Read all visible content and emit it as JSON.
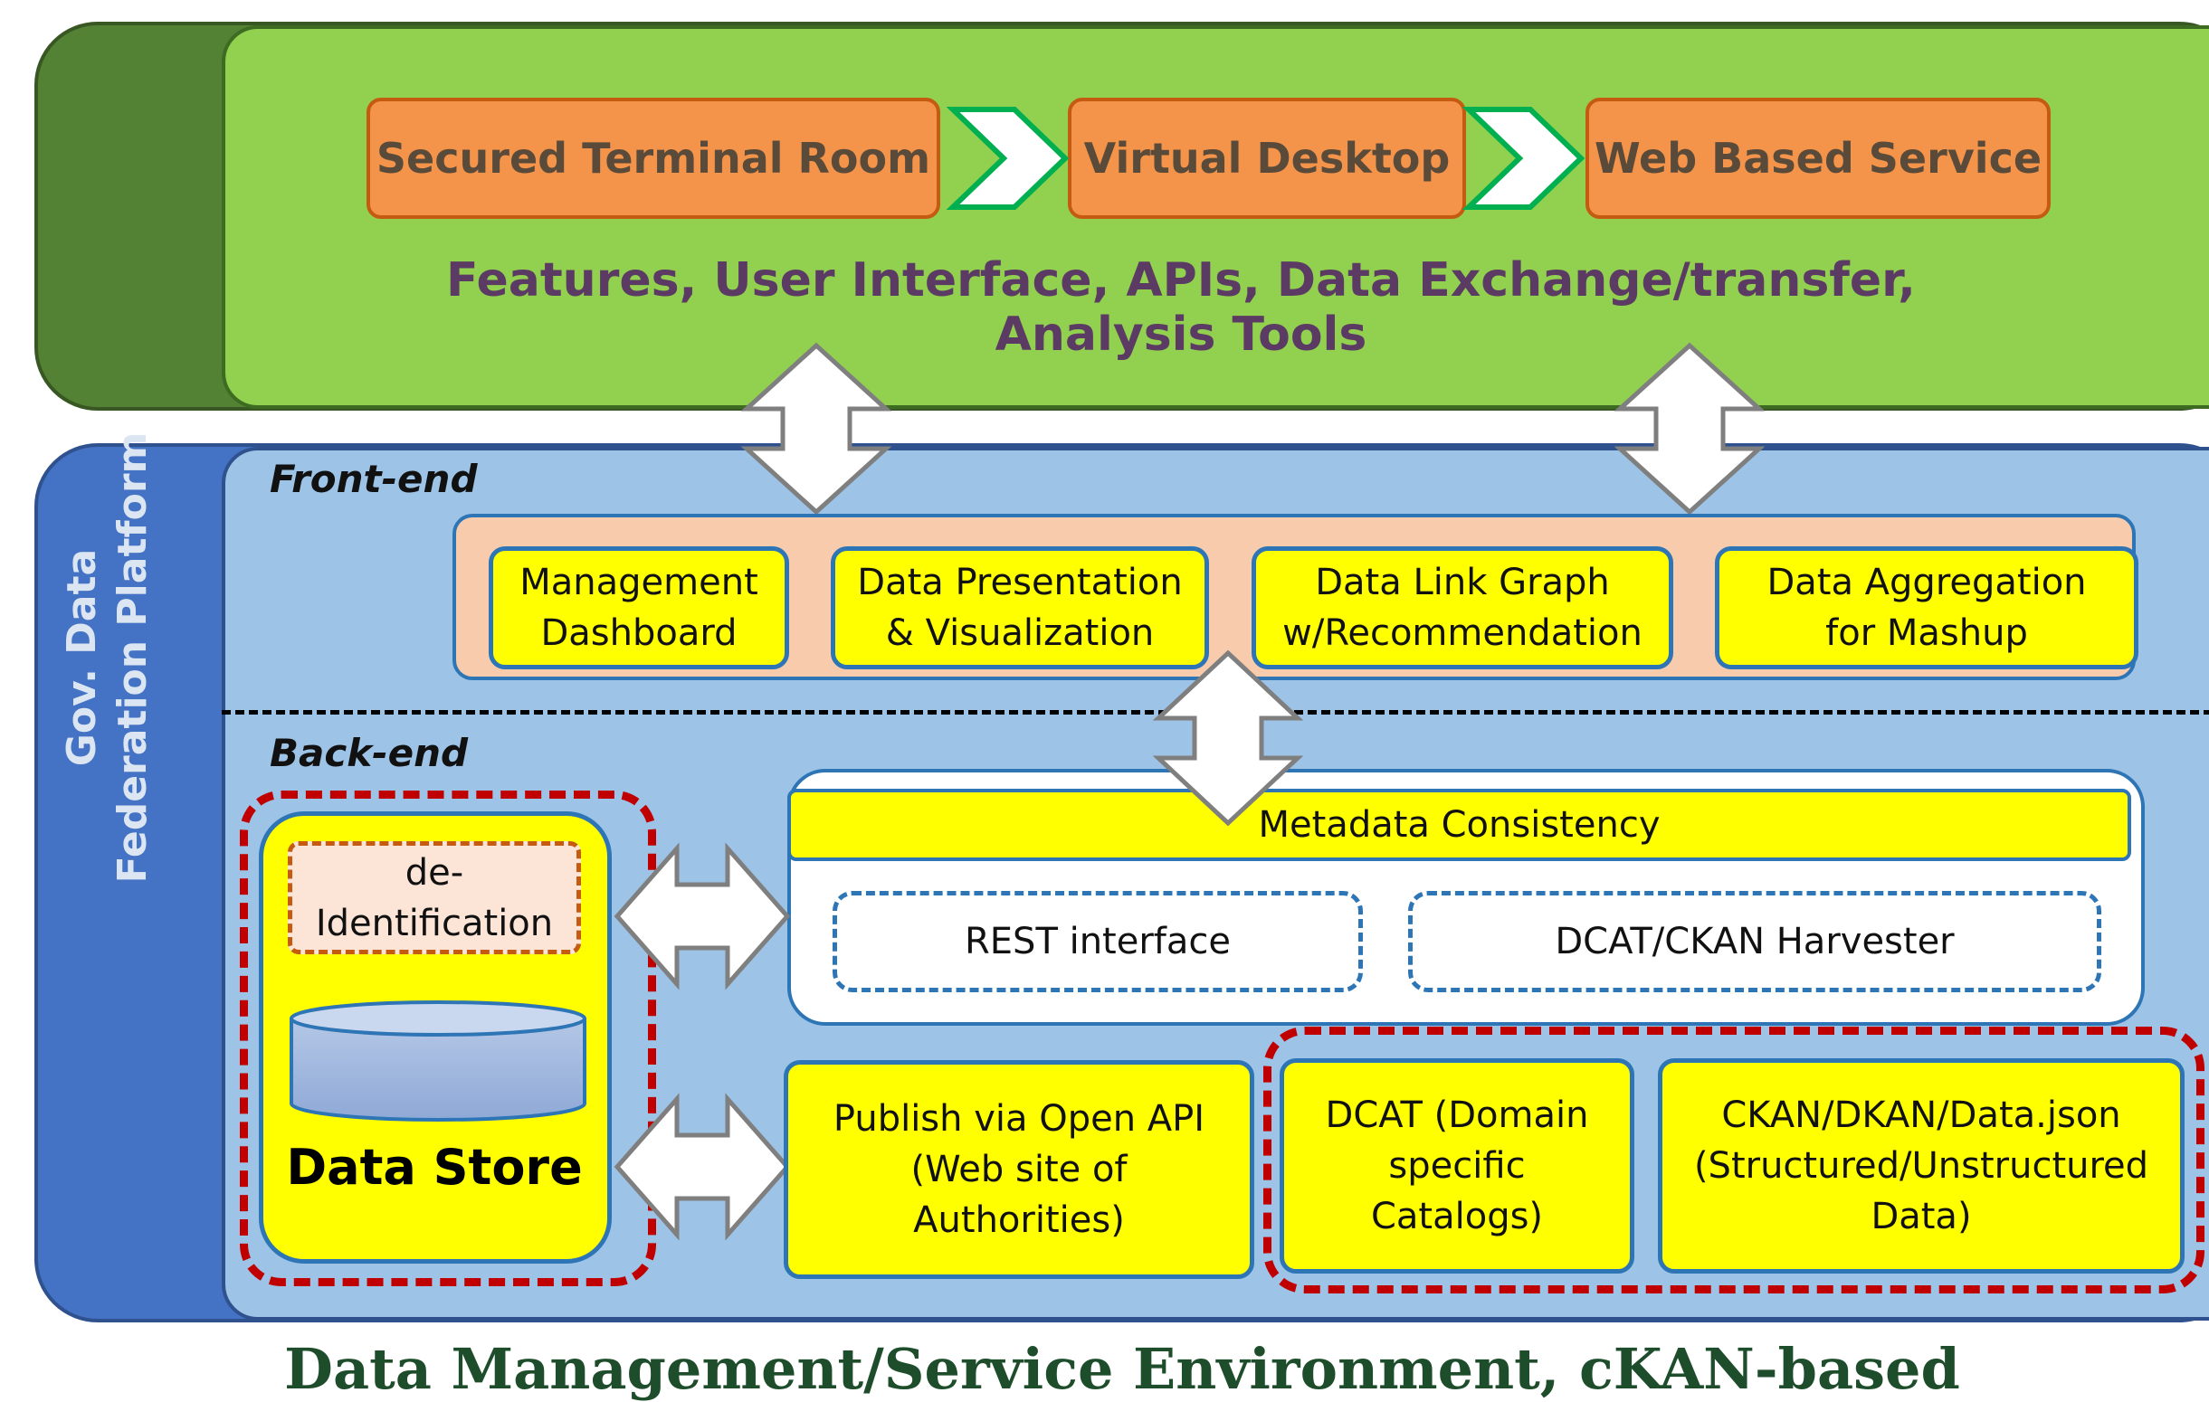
{
  "service_layer": {
    "access_modes": [
      "Secured Terminal Room",
      "Virtual Desktop",
      "Web Based Service"
    ],
    "features": "Features, User Interface, APIs, Data Exchange/transfer, Analysis Tools"
  },
  "platform": {
    "side_label_line1": "Gov. Data",
    "side_label_line2": "Federation Platform",
    "frontend_label": "Front-end",
    "backend_label": "Back-end",
    "frontend_modules": [
      {
        "line1": "Management",
        "line2": "Dashboard"
      },
      {
        "line1": "Data Presentation",
        "line2": "& Visualization"
      },
      {
        "line1": "Data Link Graph",
        "line2": "w/Recommendation"
      },
      {
        "line1": "Data Aggregation",
        "line2": "for Mashup"
      }
    ],
    "data_store": {
      "deid_line1": "de-",
      "deid_line2": "Identification",
      "label": "Data Store"
    },
    "metadata": {
      "title": "Metadata Consistency",
      "rest": "REST interface",
      "harvester": "DCAT/CKAN  Harvester"
    },
    "publish": {
      "line1": "Publish  via Open API",
      "line2": "(Web site of",
      "line3": "Authorities)"
    },
    "dcat": {
      "line1": "DCAT (Domain",
      "line2": "specific",
      "line3": "Catalogs)"
    },
    "ckan": {
      "line1": "CKAN/DKAN/Data.json",
      "line2": "(Structured/Unstructured",
      "line3": "Data)"
    }
  },
  "footer": "Data Management/Service Environment, cKAN-based",
  "colors": {
    "green_panel": "#92d050",
    "blue_panel": "#9dc3e6",
    "orange_box": "#f4944a",
    "yellow_box": "#ffff00",
    "red_dash": "#c00000"
  }
}
